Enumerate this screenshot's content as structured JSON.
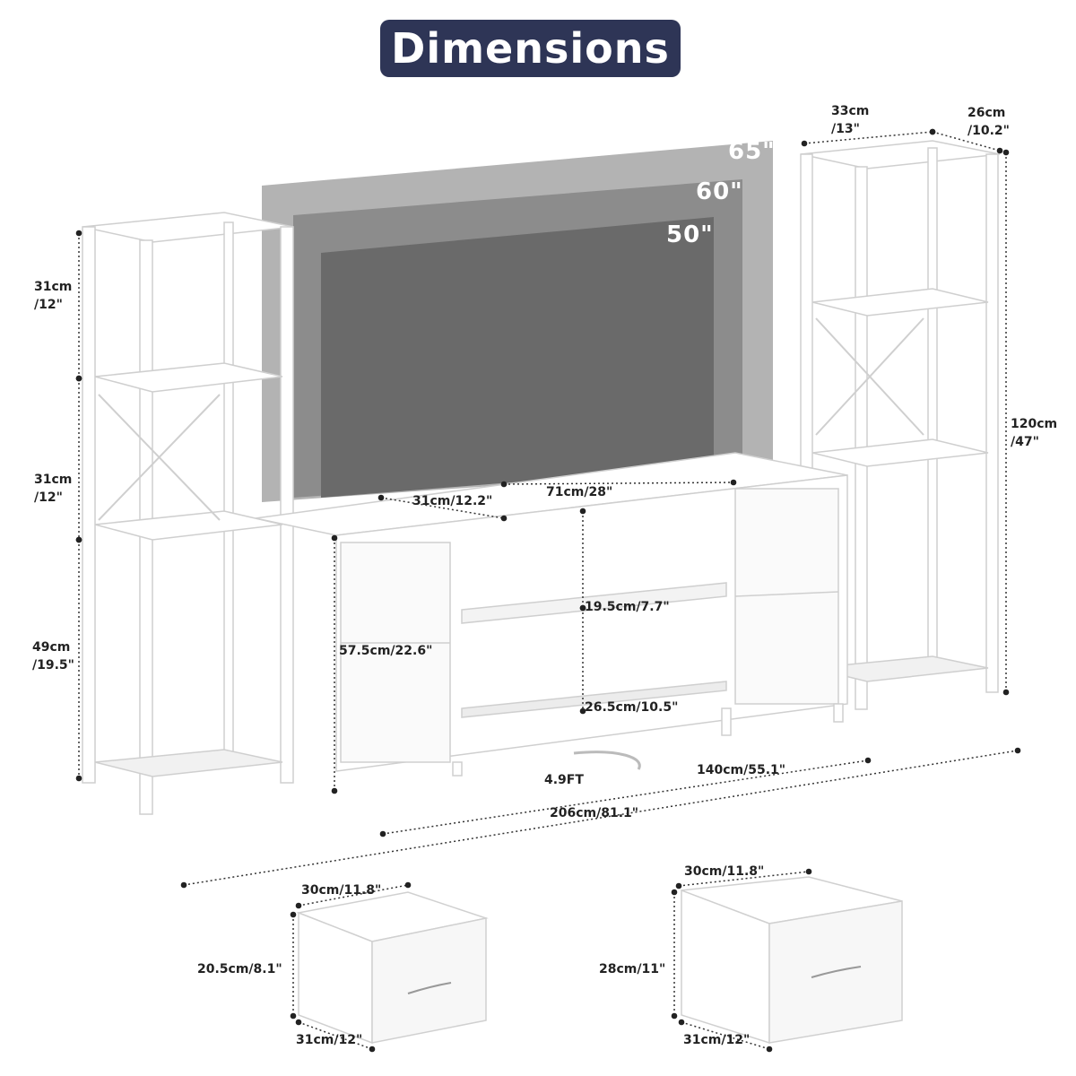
{
  "title": "Dimensions",
  "tv_sizes": [
    "65\"",
    "60\"",
    "50\""
  ],
  "colors": {
    "banner": "#2e3556",
    "tv_65": "#b3b3b3",
    "tv_60": "#8c8c8c",
    "tv_50": "#6a6a6a",
    "furniture": "#ffffff",
    "outline": "#d8d8d8",
    "dim_line": "#333333"
  },
  "left_tower": {
    "shelf_1": [
      "31cm",
      "/12\""
    ],
    "shelf_2": [
      "31cm",
      "/12\""
    ],
    "shelf_3": [
      "49cm",
      "/19.5\""
    ]
  },
  "right_tower": {
    "width": [
      "33cm",
      "/13\""
    ],
    "depth": [
      "26cm",
      "/10.2\""
    ],
    "height": [
      "120cm",
      "/47\""
    ]
  },
  "tv_stand": {
    "depth": "31cm/12.2\"",
    "top_width": "71cm/28\"",
    "drawer_height": "57.5cm/22.6\"",
    "upper_shelf": "19.5cm/7.7\"",
    "lower_shelf": "26.5cm/10.5\"",
    "cord": "4.9FT",
    "stand_width": "140cm/55.1\"",
    "total_width": "206cm/81.1\""
  },
  "small_drawer": {
    "width": "30cm/11.8\"",
    "height": "20.5cm/8.1\"",
    "depth": "31cm/12\""
  },
  "large_drawer": {
    "width": "30cm/11.8\"",
    "height": "28cm/11\"",
    "depth": "31cm/12\""
  }
}
